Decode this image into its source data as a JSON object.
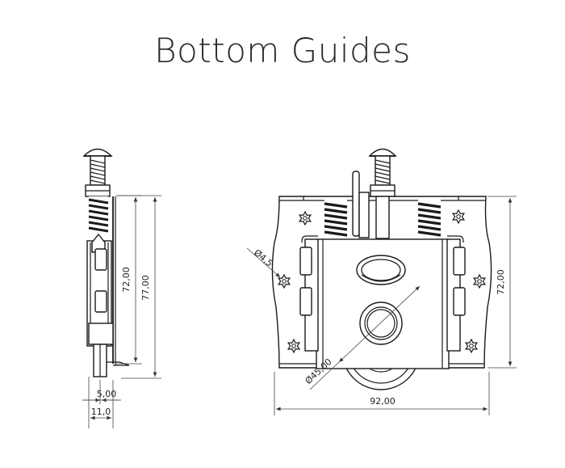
{
  "title": "Bottom Guides",
  "dimensions": {
    "side_height_inner": "72,00",
    "side_height_outer": "77,00",
    "side_width_small": "5,00",
    "side_width_large": "11,0",
    "front_hole_diameter": "Ø4,5",
    "front_wheel_diameter": "Ø45,00",
    "front_height": "72,00",
    "front_width": "92,00"
  }
}
